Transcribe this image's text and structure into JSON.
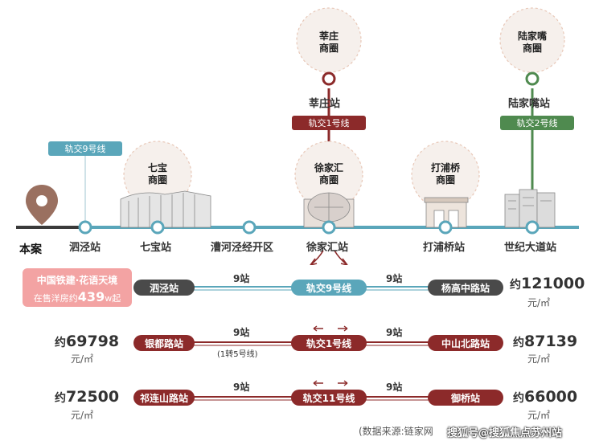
{
  "colors": {
    "teal": "#5aa6ba",
    "maroon": "#8c2a2a",
    "green": "#4f8a4f",
    "dark": "#4a4a4a",
    "pink": "#f3a3a3"
  },
  "line9_tag": "轨交9号线",
  "line1_tag": "轨交1号线",
  "line2_tag": "轨交2号线",
  "hubs": [
    {
      "name": "七宝商圈",
      "l1": "七宝",
      "l2": "商圈"
    },
    {
      "name": "徐家汇商圈",
      "l1": "徐家汇",
      "l2": "商圈"
    },
    {
      "name": "打浦桥商圈",
      "l1": "打浦桥",
      "l2": "商圈"
    },
    {
      "name": "莘庄商圈",
      "l1": "莘庄",
      "l2": "商圈"
    },
    {
      "name": "陆家嘴商圈",
      "l1": "陆家嘴",
      "l2": "商圈"
    }
  ],
  "top_stations": {
    "xinzhuang": "莘庄站",
    "lujiazui": "陆家嘴站"
  },
  "main_stations": [
    "本案",
    "泗泾站",
    "七宝站",
    "漕河泾经开区",
    "徐家汇站",
    "打浦桥站",
    "世纪大道站"
  ],
  "project": {
    "line1": "中国铁建·花语天境",
    "line2_pre": "在售洋房约",
    "line2_num": "439",
    "line2_unit": "w起"
  },
  "routes": [
    {
      "left": "泗泾站",
      "line": "轨交9号线",
      "right": "杨高中路站",
      "stops_left": "9站",
      "stops_right": "9站",
      "note": "",
      "price_right": "121000"
    },
    {
      "left": "银都路站",
      "line": "轨交1号线",
      "right": "中山北路站",
      "stops_left": "9站",
      "stops_right": "9站",
      "note": "(1转5号线)",
      "price_left": "69798",
      "price_right": "87139"
    },
    {
      "left": "祁连山路站",
      "line": "轨交11号线",
      "right": "御桥站",
      "stops_left": "9站",
      "stops_right": "9站",
      "note": "",
      "price_left": "72500",
      "price_right": "66000"
    }
  ],
  "price_prefix": "约",
  "price_unit": "元/㎡",
  "source": "(数据来源:链家网",
  "watermark": "搜狐号@搜狐焦点苏州站"
}
